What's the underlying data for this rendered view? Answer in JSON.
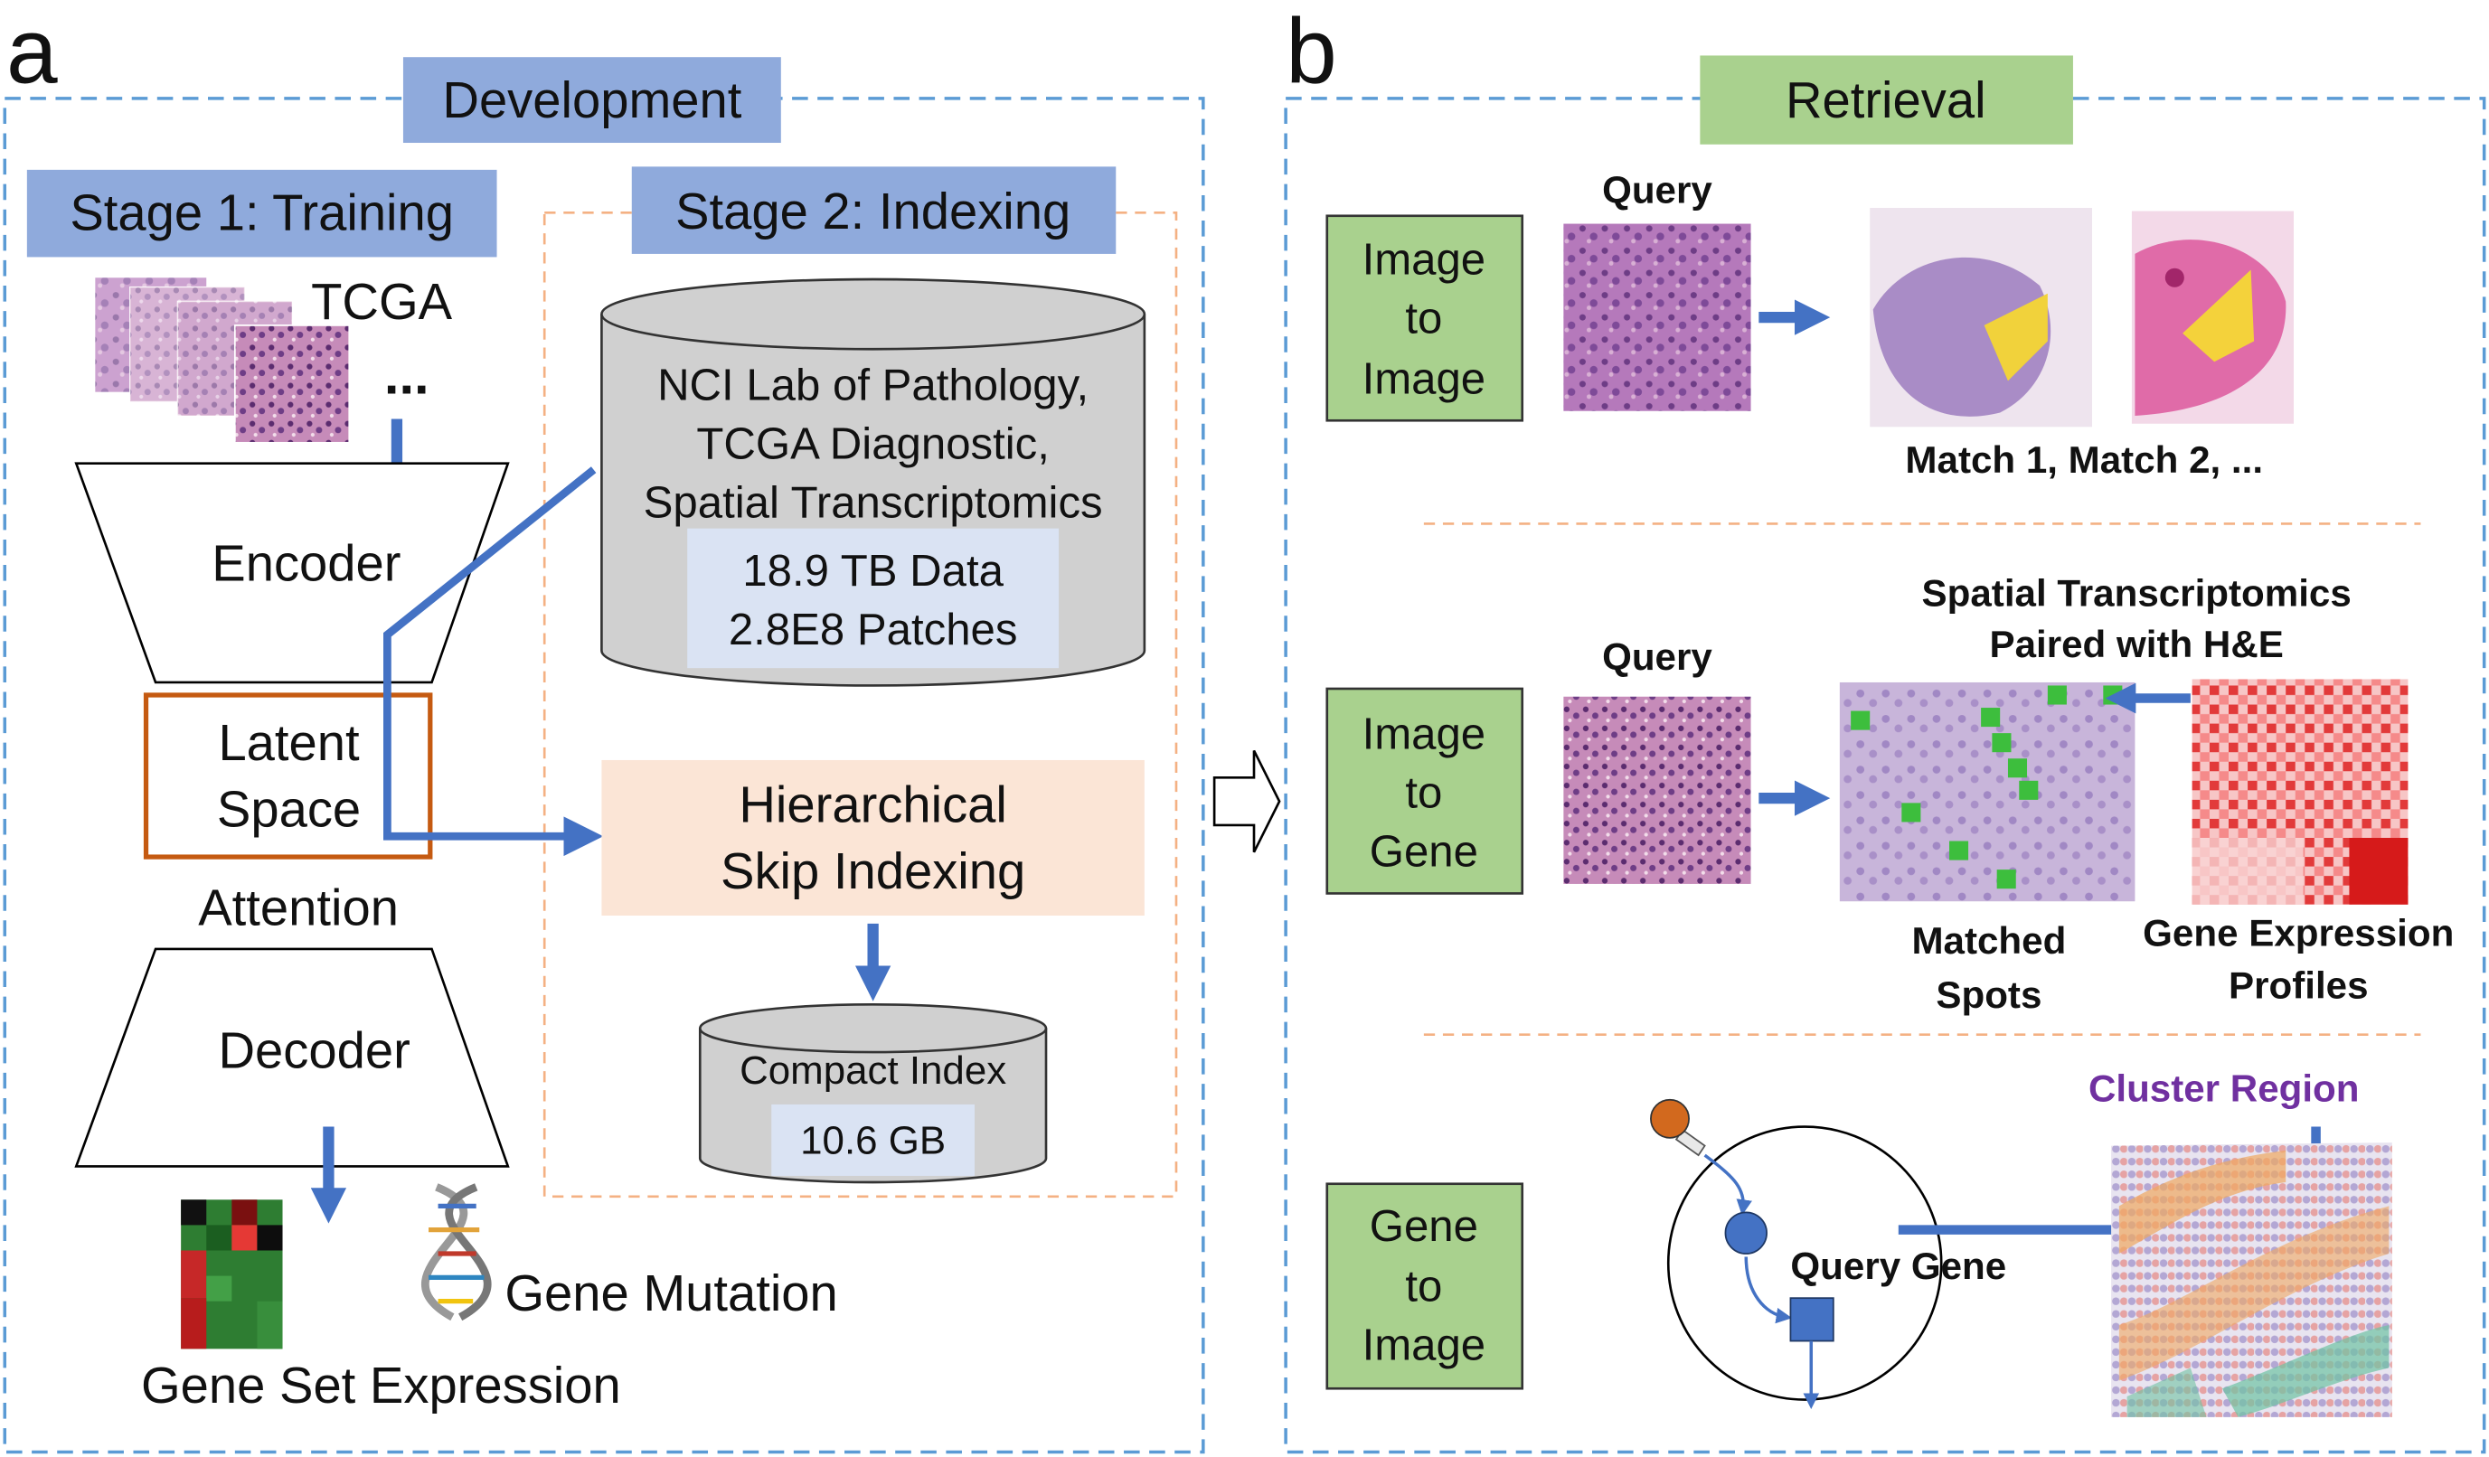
{
  "panel_a": {
    "letter": "a",
    "header": "Development",
    "stage1": "Stage 1: Training",
    "stage2": "Stage 2: Indexing",
    "tcga": "TCGA",
    "ellipsis": "...",
    "encoder": "Encoder",
    "latent_line1": "Latent",
    "latent_line2": "Space",
    "attention": "Attention",
    "decoder": "Decoder",
    "database_lines": [
      "NCI Lab of Pathology,",
      "TCGA Diagnostic,",
      "Spatial Transcriptomics"
    ],
    "database_stats": [
      "18.9 TB Data",
      "2.8E8 Patches"
    ],
    "hierarchical_line1": "Hierarchical",
    "hierarchical_line2": "Skip Indexing",
    "compact_index": "Compact Index",
    "compact_size": "10.6 GB",
    "gene_mutation": "Gene Mutation",
    "gene_set_expression": "Gene Set Expression"
  },
  "panel_b": {
    "letter": "b",
    "header": "Retrieval",
    "row1": {
      "mode": [
        "Image",
        "to",
        "Image"
      ],
      "query": "Query",
      "matches": "Match 1, Match 2, ..."
    },
    "row2": {
      "mode": [
        "Image",
        "to",
        "Gene"
      ],
      "query": "Query",
      "st_line1": "Spatial Transcriptomics",
      "st_line2": "Paired with H&E",
      "matched_line1": "Matched",
      "matched_line2": "Spots",
      "gep_line1": "Gene Expression",
      "gep_line2": "Profiles"
    },
    "row3": {
      "mode": [
        "Gene",
        "to",
        "Image"
      ],
      "query_gene": "Query Gene",
      "cluster_region": "Cluster Region"
    }
  },
  "colors": {
    "blue_header": "#8FAADC",
    "green_header": "#A9D18E",
    "arrow": "#4472C4",
    "dashed_blue": "#5B9BD5",
    "dashed_orange": "#F4B183",
    "latent_border": "#C55A11",
    "hierarchical_fill": "#FBE5D6",
    "cluster_text": "#7030A0",
    "stats_fill": "#DAE3F3"
  }
}
